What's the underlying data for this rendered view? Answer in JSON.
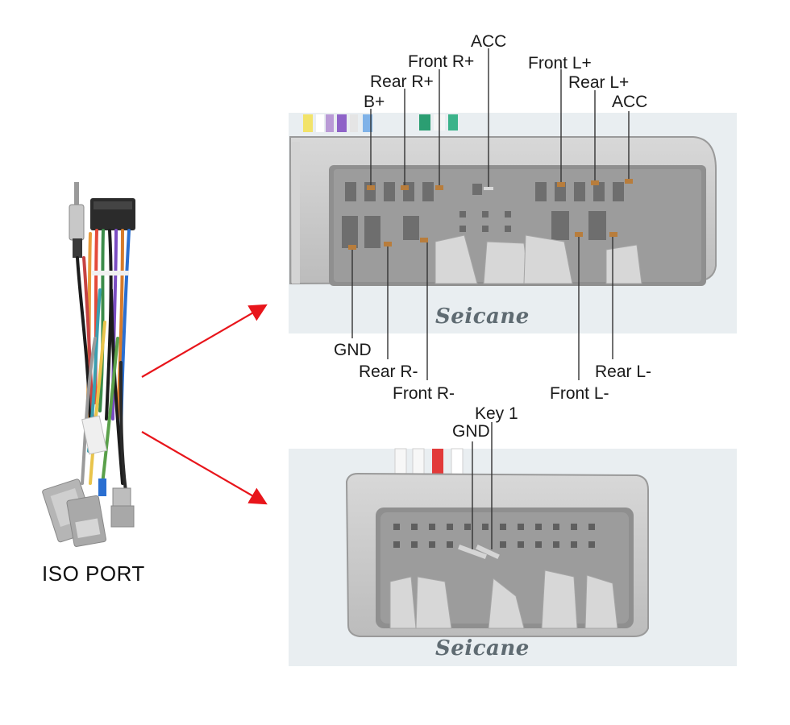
{
  "top_connector": {
    "upper_labels": {
      "acc_center": "ACC",
      "front_r_plus": "Front R+",
      "rear_r_plus": "Rear R+",
      "b_plus": "B+",
      "front_l_plus": "Front L+",
      "rear_l_plus": "Rear L+",
      "acc_right": "ACC"
    },
    "lower_labels": {
      "gnd": "GND",
      "rear_r_minus": "Rear R-",
      "front_r_minus": "Front R-",
      "front_l_minus": "Front L-",
      "rear_l_minus": "Rear L-"
    },
    "watermark": "Seicane"
  },
  "bottom_connector": {
    "labels": {
      "key1": "Key 1",
      "gnd": "GND"
    },
    "watermark": "Seicane"
  },
  "harness": {
    "caption": "ISO PORT"
  },
  "colors": {
    "arrow": "#e8151b",
    "connector_body": "#c9c9c9",
    "photo_background": "#e9eef1",
    "pin": "#b87d3c",
    "leader_line": "#333333"
  }
}
